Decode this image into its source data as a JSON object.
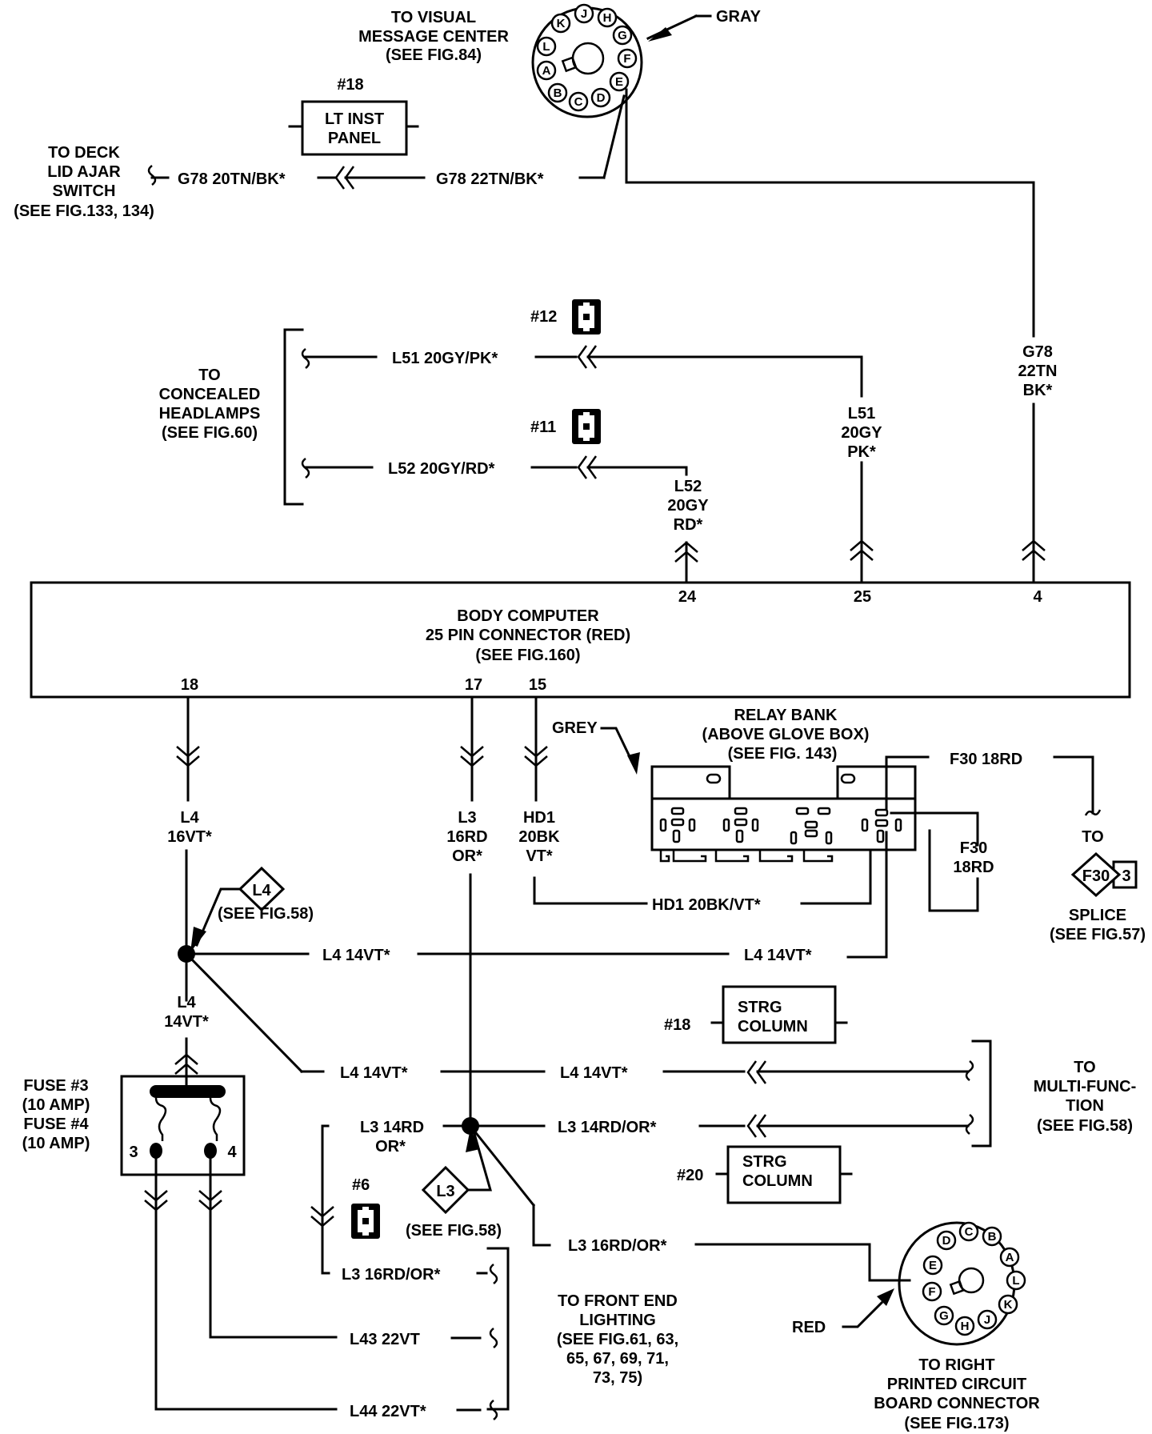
{
  "diagram": {
    "title": "Body Computer 25 Pin Connector (Red) wiring",
    "top": {
      "vmc_label": [
        "TO VISUAL",
        "MESSAGE CENTER",
        "(SEE FIG.84)"
      ],
      "vmc_connector_color": "GRAY",
      "vmc_pins": [
        "A",
        "B",
        "C",
        "D",
        "E",
        "F",
        "G",
        "H",
        "J",
        "K",
        "L"
      ],
      "lt_inst_panel_ref": "#18",
      "lt_inst_panel_label": [
        "LT INST",
        "PANEL"
      ],
      "deck_lid_label": [
        "TO DECK",
        "LID AJAR",
        "SWITCH",
        "(SEE FIG.133, 134)"
      ],
      "wire_g78_20": "G78 20TN/BK*",
      "wire_g78_22": "G78 22TN/BK*",
      "wire_g78_vertical": [
        "G78",
        "22TN",
        "BK*"
      ]
    },
    "headlamps": {
      "label": [
        "TO",
        "CONCEALED",
        "HEADLAMPS",
        "(SEE FIG.60)"
      ],
      "connector_12": "#12",
      "connector_11": "#11",
      "wire_l51": "L51 20GY/PK*",
      "wire_l52": "L52 20GY/RD*",
      "wire_l51_vertical": [
        "L51",
        "20GY",
        "PK*"
      ],
      "wire_l52_vertical": [
        "L52",
        "20GY",
        "RD*"
      ]
    },
    "body_computer": {
      "label": [
        "BODY COMPUTER",
        "25 PIN CONNECTOR (RED)",
        "(SEE FIG.160)"
      ],
      "pins_top": [
        "24",
        "25",
        "4"
      ],
      "pins_bottom": [
        "18",
        "17",
        "15"
      ]
    },
    "relay_bank": {
      "label": [
        "RELAY BANK",
        "(ABOVE GLOVE BOX)",
        "(SEE FIG. 143)"
      ],
      "color_callout": "GREY",
      "wire_f30_top": "F30 18RD",
      "wire_f30_side": [
        "F30",
        "18RD"
      ],
      "wire_hd1": "HD1 20BK/VT*",
      "splice_to": "TO",
      "splice_id": "F30",
      "splice_num": "3",
      "splice_label": [
        "SPLICE",
        "(SEE FIG.57)"
      ]
    },
    "lower_left": {
      "wire_l4_16": [
        "L4",
        "16VT*"
      ],
      "wire_l3_16": [
        "L3",
        "16RD",
        "OR*"
      ],
      "wire_hd1_vertical": [
        "HD1",
        "20BK",
        "VT*"
      ],
      "l4_diamond": "L4",
      "l4_see": "(SEE FIG.58)",
      "wire_l4_14_a": "L4 14VT*",
      "wire_l4_14_b": "L4 14VT*",
      "wire_l4_14_vertical": [
        "L4",
        "14VT*"
      ],
      "wire_l4_14_c": "L4 14VT*",
      "wire_l4_14_d": "L4 14VT*",
      "fuse_label": [
        "FUSE #3",
        "(10 AMP)",
        "FUSE #4",
        "(10 AMP)"
      ],
      "fuse_pin_3": "3",
      "fuse_pin_4": "4",
      "wire_l3_14_left": [
        "L3 14RD",
        "OR*"
      ],
      "wire_l3_14_right": "L3 14RD/OR*",
      "connector_6": "#6",
      "l3_diamond": "L3",
      "l3_see": "(SEE FIG.58)",
      "wire_l3_16_a": "L3  16RD/OR*",
      "wire_l3_16_b": "L3 16RD/OR*",
      "wire_l43": "L43 22VT",
      "wire_l44": "L44 22VT*",
      "front_end_label": [
        "TO FRONT END",
        "LIGHTING",
        "(SEE FIG.61, 63,",
        "65, 67, 69, 71,",
        "73, 75)"
      ]
    },
    "steering": {
      "ref_18": "#18",
      "ref_20": "#20",
      "label": [
        "STRG",
        "COLUMN"
      ],
      "multifunction_label": [
        "TO",
        "MULTI-FUNC-",
        "TION",
        "(SEE FIG.58)"
      ]
    },
    "pcb": {
      "color_callout": "RED",
      "pins": [
        "A",
        "B",
        "C",
        "D",
        "E",
        "F",
        "G",
        "H",
        "J",
        "K",
        "L"
      ],
      "label": [
        "TO RIGHT",
        "PRINTED CIRCUIT",
        "BOARD CONNECTOR",
        "(SEE FIG.173)"
      ]
    }
  }
}
